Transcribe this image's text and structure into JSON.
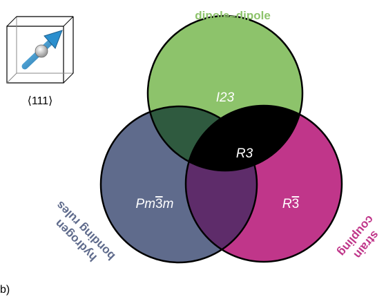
{
  "panel_label": "b)",
  "direction_label": "⟨111⟩",
  "circles": {
    "dipole": {
      "title": "dipole–dipole",
      "region_label": "I23",
      "color": "#8dc36b"
    },
    "hydrogen": {
      "title_line1": "hydrogen",
      "title_line2": "bonding rules",
      "region_label": "Pm3m",
      "color": "#5f6b8c"
    },
    "strain": {
      "title_line1": "strain",
      "title_line2": "coupling",
      "region_label": "R3",
      "color": "#c0368a"
    }
  },
  "intersections": {
    "all_three": {
      "label": "R3",
      "color": "#000000"
    },
    "dipole_hydrogen": {
      "color": "#2f5a3f"
    },
    "hydrogen_strain": {
      "color": "#5e2c6a"
    }
  },
  "icons": [
    "cube-icon",
    "arrow-icon"
  ]
}
